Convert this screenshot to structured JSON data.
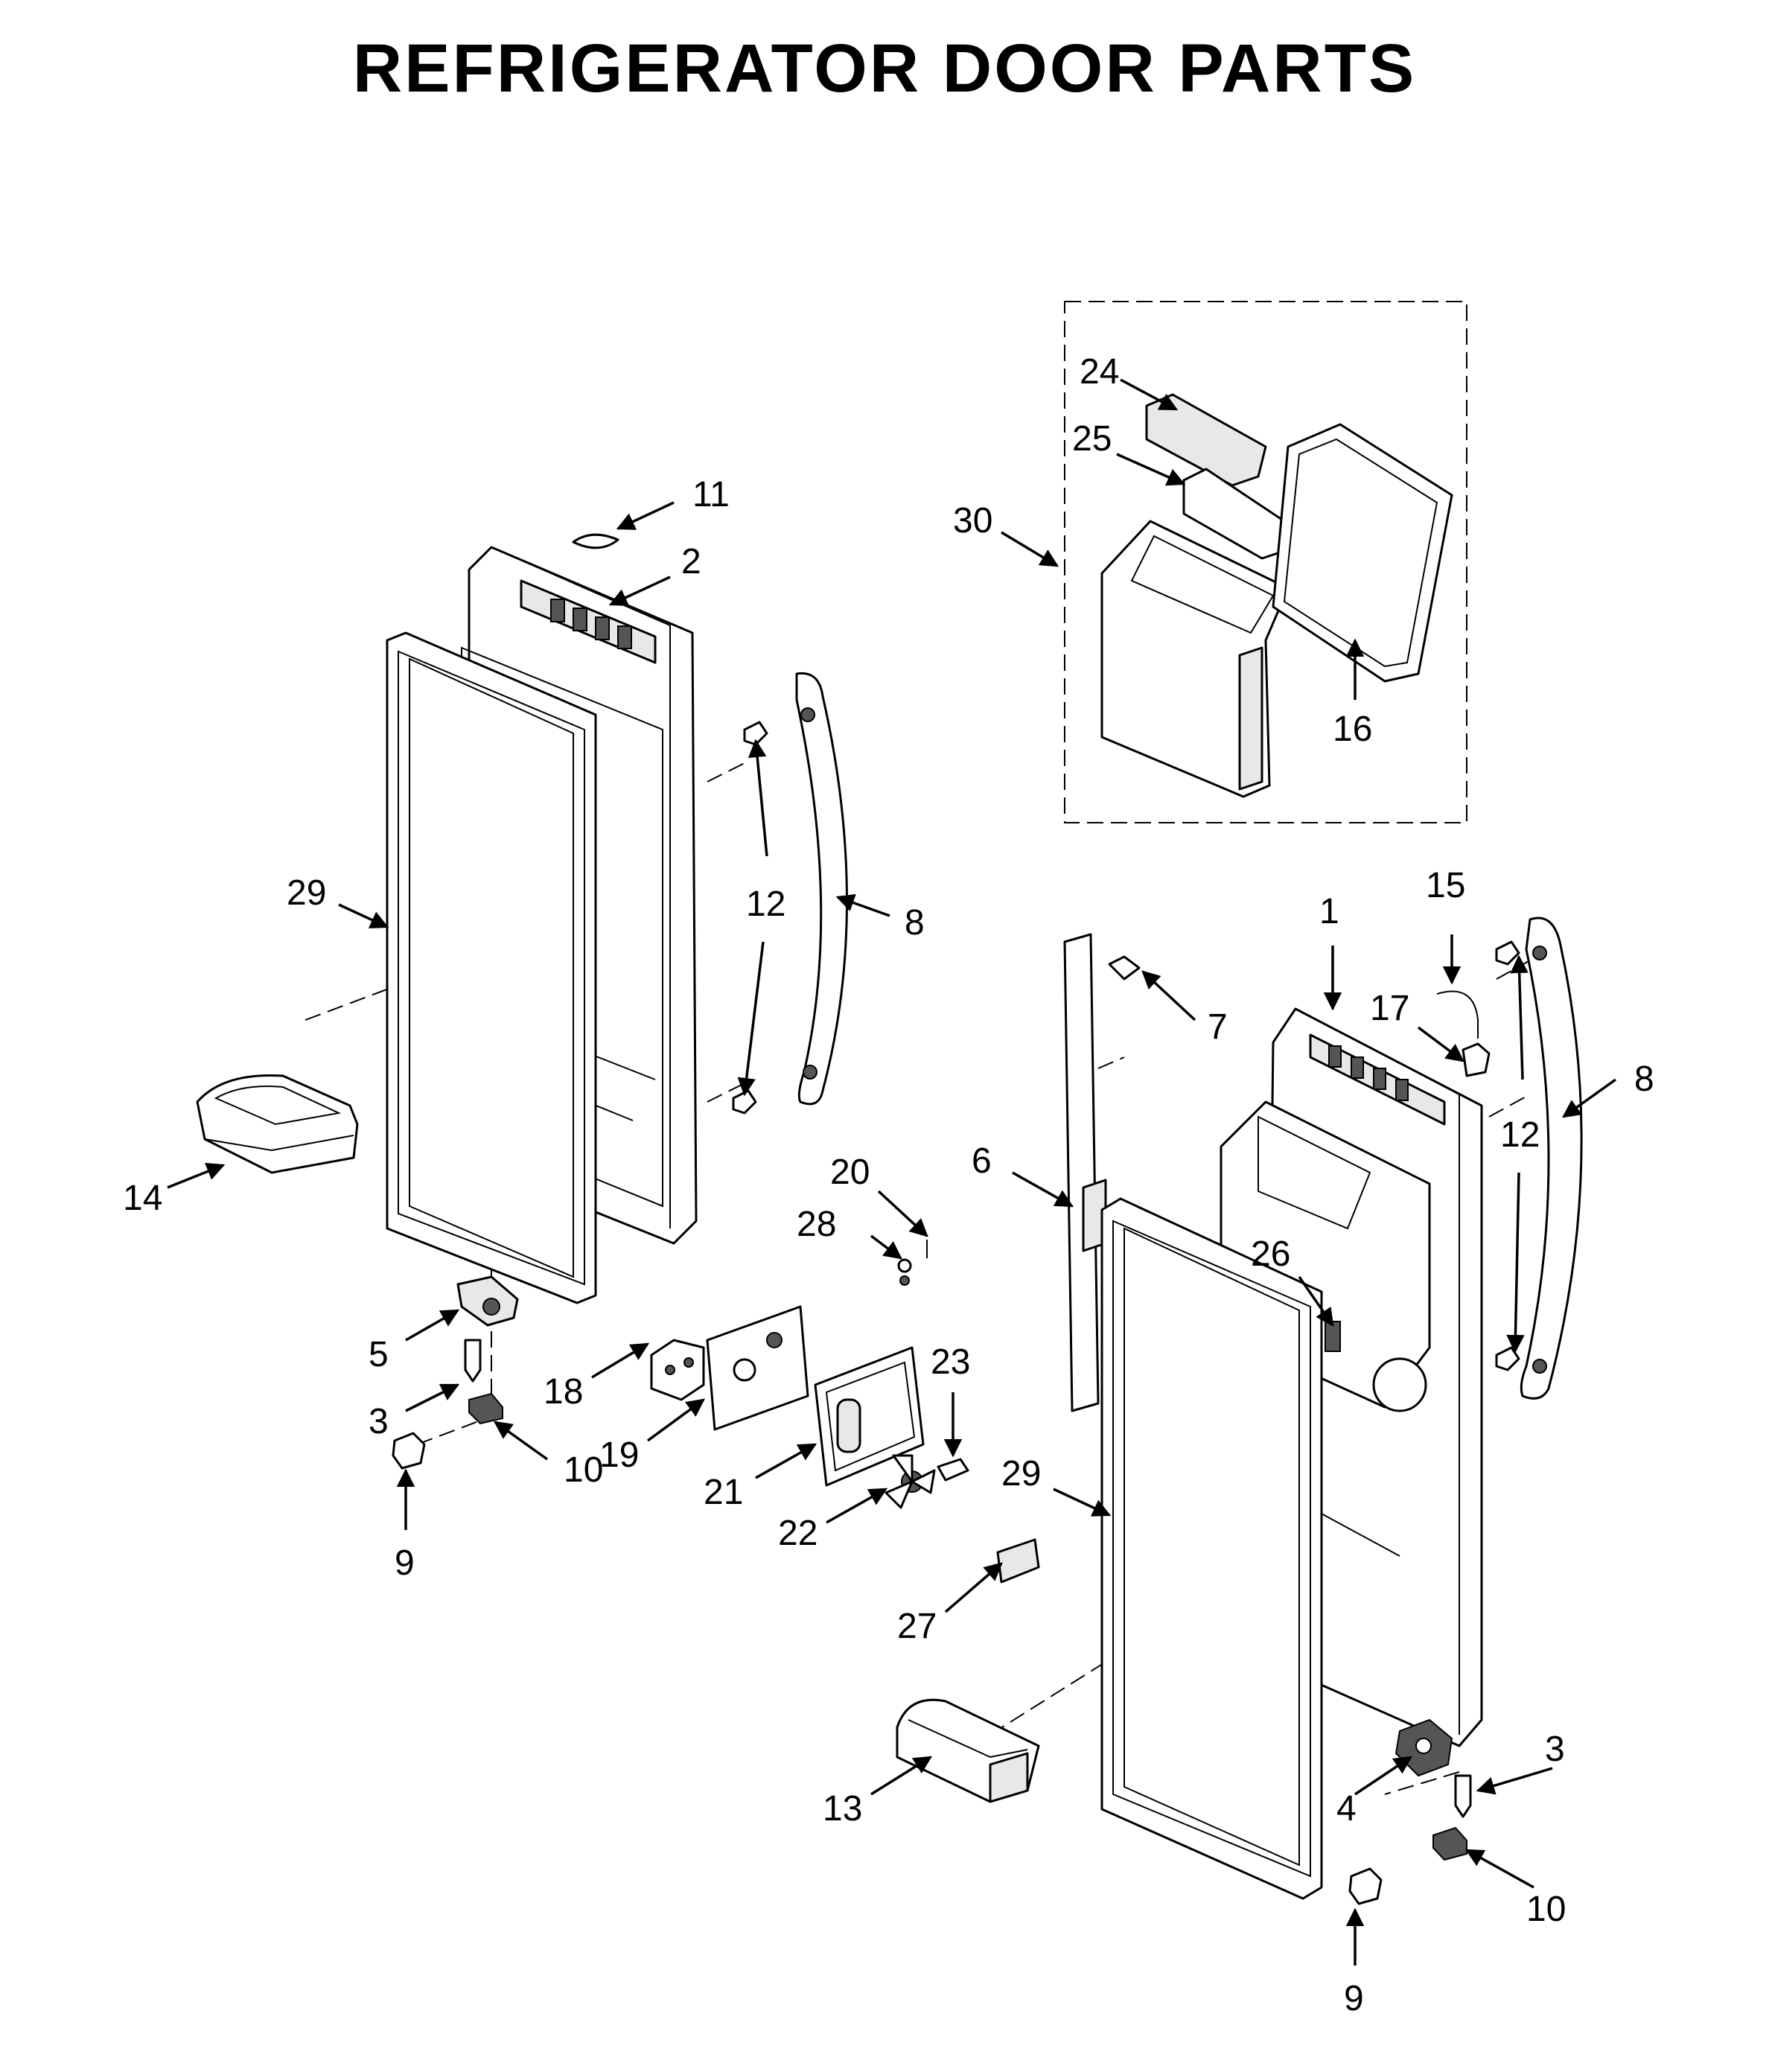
{
  "title": "REFRIGERATOR DOOR PARTS",
  "colors": {
    "line": "#000000",
    "background": "#ffffff",
    "fill_light": "#e8e8e8"
  },
  "callouts": [
    {
      "id": "left-11",
      "label": "11"
    },
    {
      "id": "left-2",
      "label": "2"
    },
    {
      "id": "left-29",
      "label": "29"
    },
    {
      "id": "left-12",
      "label": "12"
    },
    {
      "id": "left-8",
      "label": "8"
    },
    {
      "id": "left-14",
      "label": "14"
    },
    {
      "id": "left-5",
      "label": "5"
    },
    {
      "id": "left-3",
      "label": "3"
    },
    {
      "id": "left-10",
      "label": "10"
    },
    {
      "id": "left-9",
      "label": "9"
    },
    {
      "id": "kit-24",
      "label": "24"
    },
    {
      "id": "kit-25",
      "label": "25"
    },
    {
      "id": "kit-30",
      "label": "30"
    },
    {
      "id": "kit-16",
      "label": "16"
    },
    {
      "id": "mid-20",
      "label": "20"
    },
    {
      "id": "mid-28",
      "label": "28"
    },
    {
      "id": "mid-18",
      "label": "18"
    },
    {
      "id": "mid-19",
      "label": "19"
    },
    {
      "id": "mid-23",
      "label": "23"
    },
    {
      "id": "mid-21",
      "label": "21"
    },
    {
      "id": "mid-22",
      "label": "22"
    },
    {
      "id": "mid-27",
      "label": "27"
    },
    {
      "id": "right-1",
      "label": "1"
    },
    {
      "id": "right-15",
      "label": "15"
    },
    {
      "id": "right-17",
      "label": "17"
    },
    {
      "id": "right-7",
      "label": "7"
    },
    {
      "id": "right-8",
      "label": "8"
    },
    {
      "id": "right-12",
      "label": "12"
    },
    {
      "id": "right-6",
      "label": "6"
    },
    {
      "id": "right-26",
      "label": "26"
    },
    {
      "id": "right-29",
      "label": "29"
    },
    {
      "id": "right-13",
      "label": "13"
    },
    {
      "id": "right-3",
      "label": "3"
    },
    {
      "id": "right-4",
      "label": "4"
    },
    {
      "id": "right-10",
      "label": "10"
    },
    {
      "id": "right-9",
      "label": "9"
    }
  ]
}
